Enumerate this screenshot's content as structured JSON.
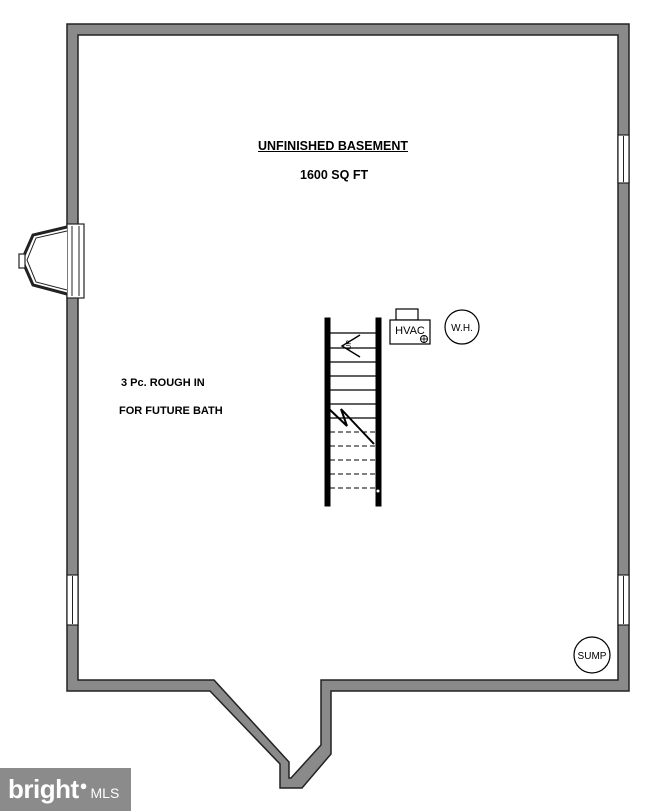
{
  "plan": {
    "title": "UNFINISHED BASEMENT",
    "area": "1600 SQ FT",
    "bath_note_line1": "3 Pc. ROUGH IN",
    "bath_note_line2": "FOR FUTURE BATH"
  },
  "equipment": {
    "hvac": "HVAC",
    "water_heater": "W.H.",
    "sump": "SUMP",
    "stair_direction": "UP"
  },
  "watermark": {
    "brand": "bright",
    "suffix": "MLS"
  },
  "colors": {
    "wall_fill": "#8a8a8a",
    "wall_edge": "#222222",
    "line": "#000000"
  }
}
